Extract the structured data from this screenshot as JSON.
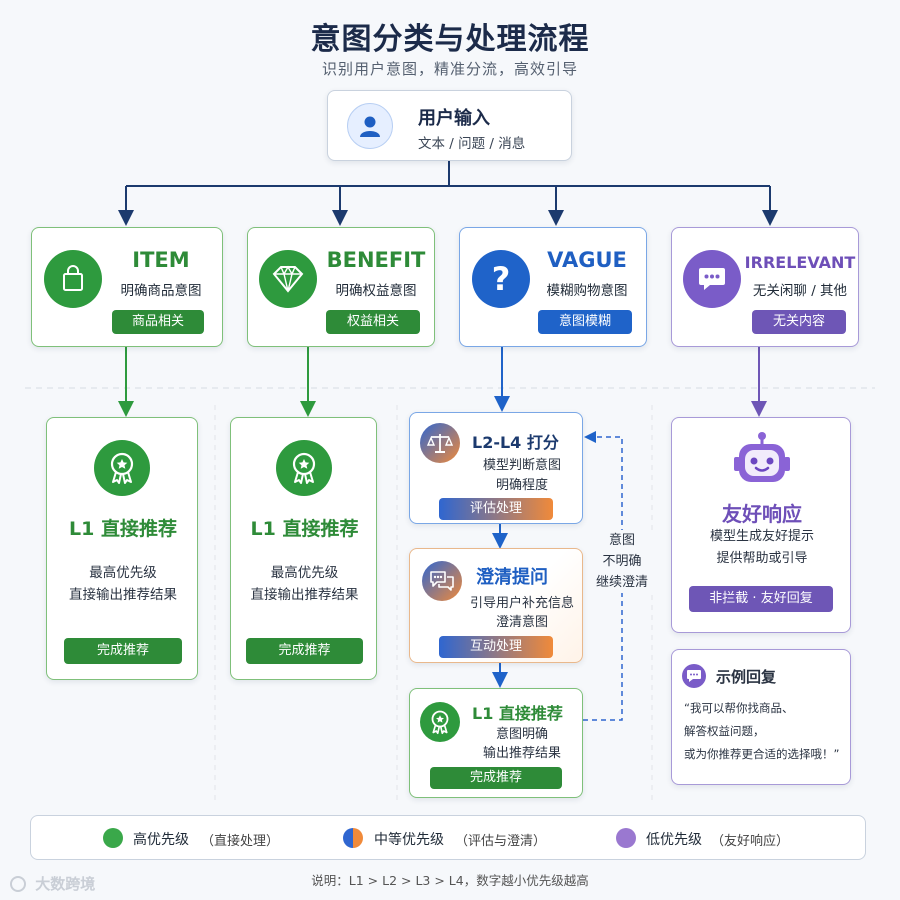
{
  "header": {
    "title": "意图分类与处理流程",
    "subtitle": "识别用户意图，精准分流，高效引导"
  },
  "input_node": {
    "title": "用户输入",
    "subtitle": "文本 / 问题 / 消息",
    "icon": "user-icon"
  },
  "categories": [
    {
      "name": "ITEM",
      "desc": "明确商品意图",
      "tag": "商品相关",
      "icon": "shopping-bag-icon",
      "color": "#2e9a3e"
    },
    {
      "name": "BENEFIT",
      "desc": "明确权益意图",
      "tag": "权益相关",
      "icon": "diamond-icon",
      "color": "#2e9a3e"
    },
    {
      "name": "VAGUE",
      "desc": "模糊购物意图",
      "tag": "意图模糊",
      "icon": "question-icon",
      "color": "#1f63c9"
    },
    {
      "name": "IRRELEVANT",
      "desc": "无关闲聊 / 其他",
      "tag": "无关内容",
      "icon": "chat-icon",
      "color": "#7a5cc8"
    }
  ],
  "l1_cards": [
    {
      "title": "L1 直接推荐",
      "line1": "最高优先级",
      "line2": "直接输出推荐结果",
      "button": "完成推荐",
      "icon": "award-icon"
    },
    {
      "title": "L1 直接推荐",
      "line1": "最高优先级",
      "line2": "直接输出推荐结果",
      "button": "完成推荐",
      "icon": "award-icon"
    }
  ],
  "vague_flow": {
    "scoring": {
      "title": "L2-L4 打分",
      "line1": "模型判断意图",
      "line2": "明确程度",
      "button": "评估处理",
      "icon": "scale-icon"
    },
    "clarify": {
      "title": "澄清提问",
      "line1": "引导用户补充信息",
      "line2": "澄清意图",
      "button": "互动处理",
      "icon": "chat-bubbles-icon"
    },
    "final": {
      "title": "L1 直接推荐",
      "line1": "意图明确",
      "line2": "输出推荐结果",
      "button": "完成推荐",
      "icon": "award-icon"
    },
    "loop_label": [
      "意图",
      "不明确",
      "继续澄清"
    ]
  },
  "friendly": {
    "title": "友好响应",
    "line1": "模型生成友好提示",
    "line2": "提供帮助或引导",
    "button": "非拦截 · 友好回复",
    "icon": "robot-icon"
  },
  "example": {
    "title": "示例回复",
    "lines": [
      "“我可以帮你找商品、",
      "解答权益问题，",
      "或为你推荐更合适的选择哦！”"
    ],
    "icon": "speech-icon"
  },
  "legend": [
    {
      "label": "高优先级",
      "note": "（直接处理）",
      "color": "#3aa84a"
    },
    {
      "label": "中等优先级",
      "note": "（评估与澄清）",
      "color": "gradient"
    },
    {
      "label": "低优先级",
      "note": "（友好响应）",
      "color": "#9a78d0"
    }
  ],
  "footnote": "说明：L1 > L2 > L3 > L4，数字越小优先级越高",
  "watermark": "大数跨境"
}
